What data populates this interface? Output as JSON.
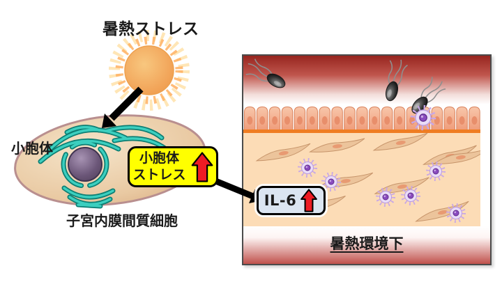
{
  "title": {
    "text": "暑熱ストレス"
  },
  "left_diagram": {
    "er_label": "小胞体",
    "cell_caption": "子宮内膜間質細胞",
    "er_stress_box": {
      "line1": "小胞体",
      "line2": "ストレス"
    },
    "il6_label": "IL-6"
  },
  "right_panel": {
    "caption": "暑熱環境下"
  },
  "colors": {
    "highlight_box_bg": "#ffff00",
    "up_arrow_red": "#ed1c24",
    "il6_box_bg": "#dbe5f1",
    "sun_orange": "#f0a050",
    "cell_body_tan": "#ecd2b0",
    "er_teal": "#2bbfae",
    "nucleus_purple": "#6b5678",
    "panel_top_red": "#97251f",
    "panel_bottom_red": "#c0514c",
    "stroma_peach": "#fcdcb6",
    "epithelium_salmon": "#f3a380",
    "basement_orange": "#ef7d22",
    "stromal_cell_tan": "#ecc49b",
    "immune_cell_purple": "#8a4bbf",
    "sperm_black": "#1a1a1a",
    "black_arrow": "#000000"
  }
}
